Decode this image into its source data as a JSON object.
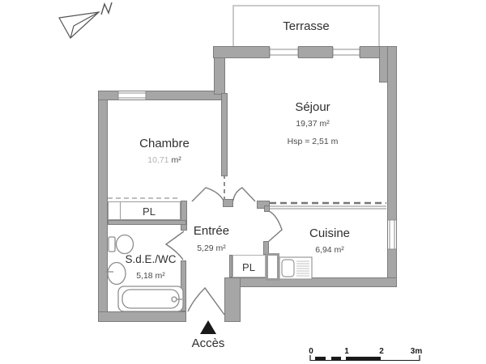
{
  "plan_labels": {
    "terrasse": "Terrasse",
    "acces": "Accès"
  },
  "rooms": {
    "sejour": {
      "name": "Séjour",
      "area": "19,37 m²",
      "height_note": "Hsp = 2,51 m"
    },
    "chambre": {
      "name": "Chambre",
      "area_value": "10,71",
      "area_unit": "m²"
    },
    "entree": {
      "name": "Entrée",
      "area": "5,29 m²"
    },
    "cuisine": {
      "name": "Cuisine",
      "area": "6,94 m²"
    },
    "sde_wc": {
      "name": "S.d.E./WC",
      "area": "5,18 m²"
    },
    "placard_chambre_label": "PL",
    "placard_cuisine_label": "PL"
  },
  "scale_bar": {
    "tick0": "0",
    "tick1": "1",
    "tick2": "2",
    "tick3": "3m"
  },
  "icons": {
    "north_arrow": "north-arrow-icon",
    "access_arrow": "up-triangle-icon"
  },
  "colors": {
    "wall_fill": "#a6a6a6",
    "wall_edge": "#7d7d7d",
    "thin_line": "#8e8e8e",
    "text": "#2f2f2f",
    "muted_text": "#b3b3b3",
    "scale": "#1a1a1a"
  }
}
